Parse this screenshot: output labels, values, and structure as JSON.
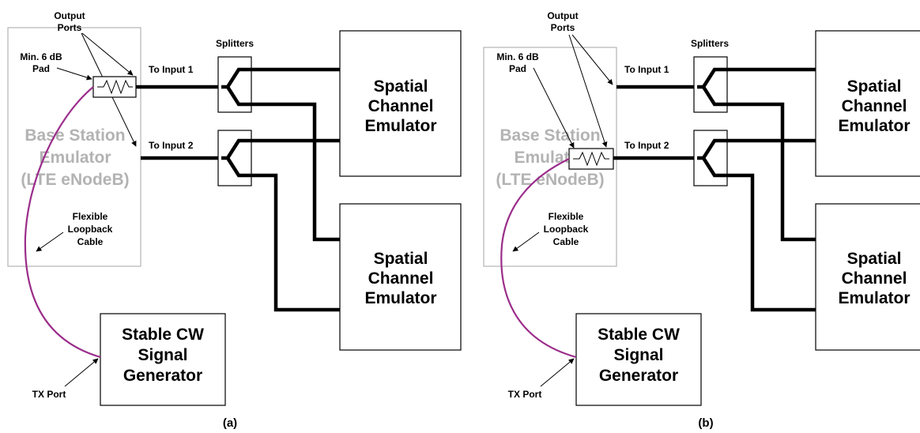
{
  "labels": {
    "output_ports": [
      "Output",
      "Ports"
    ],
    "min_pad": [
      "Min. 6 dB",
      "Pad"
    ],
    "splitters": "Splitters",
    "to_input_1": "To Input 1",
    "to_input_2": "To Input 2",
    "base_station": [
      "Base Station",
      "Emulator",
      "(LTE eNodeB)"
    ],
    "spatial_emulator": [
      "Spatial",
      "Channel",
      "Emulator"
    ],
    "flexible_cable": [
      "Flexible",
      "Loopback",
      "Cable"
    ],
    "signal_generator": [
      "Stable CW",
      "Signal",
      "Generator"
    ],
    "tx_port": "TX Port"
  },
  "captions": {
    "a": "(a)",
    "b": "(b)"
  },
  "colors": {
    "cable": "#9b2d8a",
    "base_station_gray": "#b3b3b3"
  }
}
